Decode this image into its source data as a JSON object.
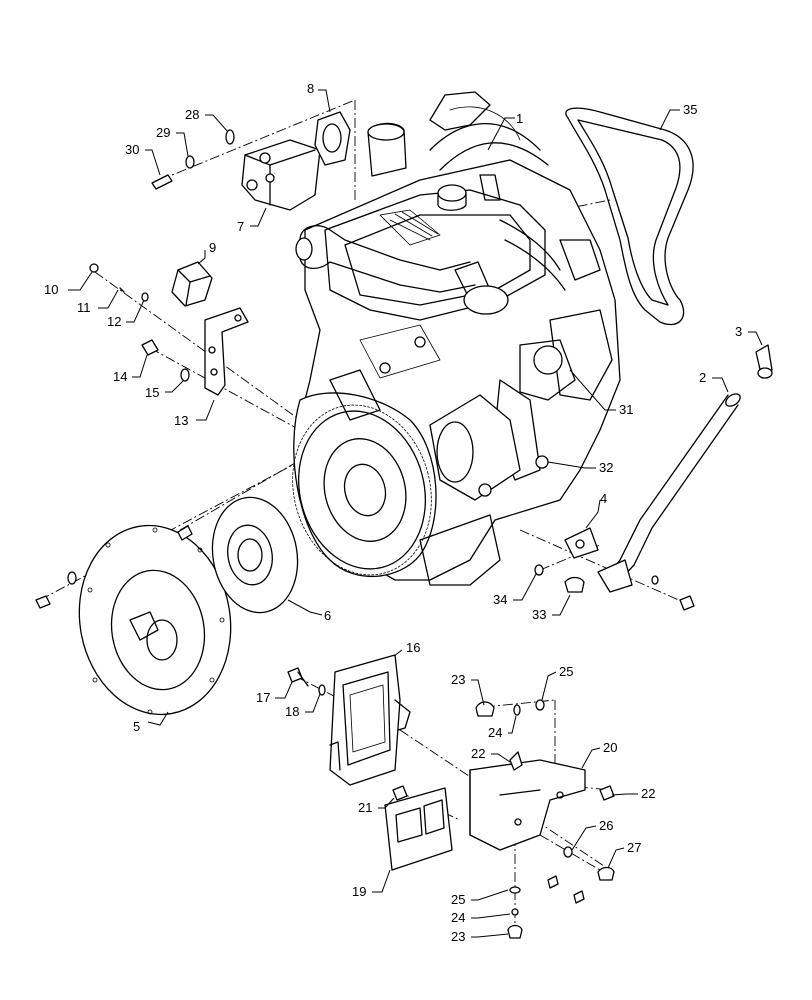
{
  "diagram": {
    "callouts": [
      {
        "id": "c1",
        "label": "1"
      },
      {
        "id": "c2",
        "label": "2"
      },
      {
        "id": "c3",
        "label": "3"
      },
      {
        "id": "c4",
        "label": "4"
      },
      {
        "id": "c5",
        "label": "5"
      },
      {
        "id": "c6",
        "label": "6"
      },
      {
        "id": "c7",
        "label": "7"
      },
      {
        "id": "c8",
        "label": "8"
      },
      {
        "id": "c9",
        "label": "9"
      },
      {
        "id": "c10",
        "label": "10"
      },
      {
        "id": "c11",
        "label": "11"
      },
      {
        "id": "c12",
        "label": "12"
      },
      {
        "id": "c13",
        "label": "13"
      },
      {
        "id": "c14",
        "label": "14"
      },
      {
        "id": "c15",
        "label": "15"
      },
      {
        "id": "c16",
        "label": "16"
      },
      {
        "id": "c17",
        "label": "17"
      },
      {
        "id": "c18",
        "label": "18"
      },
      {
        "id": "c19",
        "label": "19"
      },
      {
        "id": "c20",
        "label": "20"
      },
      {
        "id": "c21",
        "label": "21"
      },
      {
        "id": "c22a",
        "label": "22"
      },
      {
        "id": "c22b",
        "label": "22"
      },
      {
        "id": "c23a",
        "label": "23"
      },
      {
        "id": "c23b",
        "label": "23"
      },
      {
        "id": "c24a",
        "label": "24"
      },
      {
        "id": "c24b",
        "label": "24"
      },
      {
        "id": "c25a",
        "label": "25"
      },
      {
        "id": "c25b",
        "label": "25"
      },
      {
        "id": "c26",
        "label": "26"
      },
      {
        "id": "c27",
        "label": "27"
      },
      {
        "id": "c28",
        "label": "28"
      },
      {
        "id": "c29",
        "label": "29"
      },
      {
        "id": "c30",
        "label": "30"
      },
      {
        "id": "c31",
        "label": "31"
      },
      {
        "id": "c32",
        "label": "32"
      },
      {
        "id": "c33",
        "label": "33"
      },
      {
        "id": "c34",
        "label": "34"
      },
      {
        "id": "c35",
        "label": "35"
      }
    ]
  }
}
